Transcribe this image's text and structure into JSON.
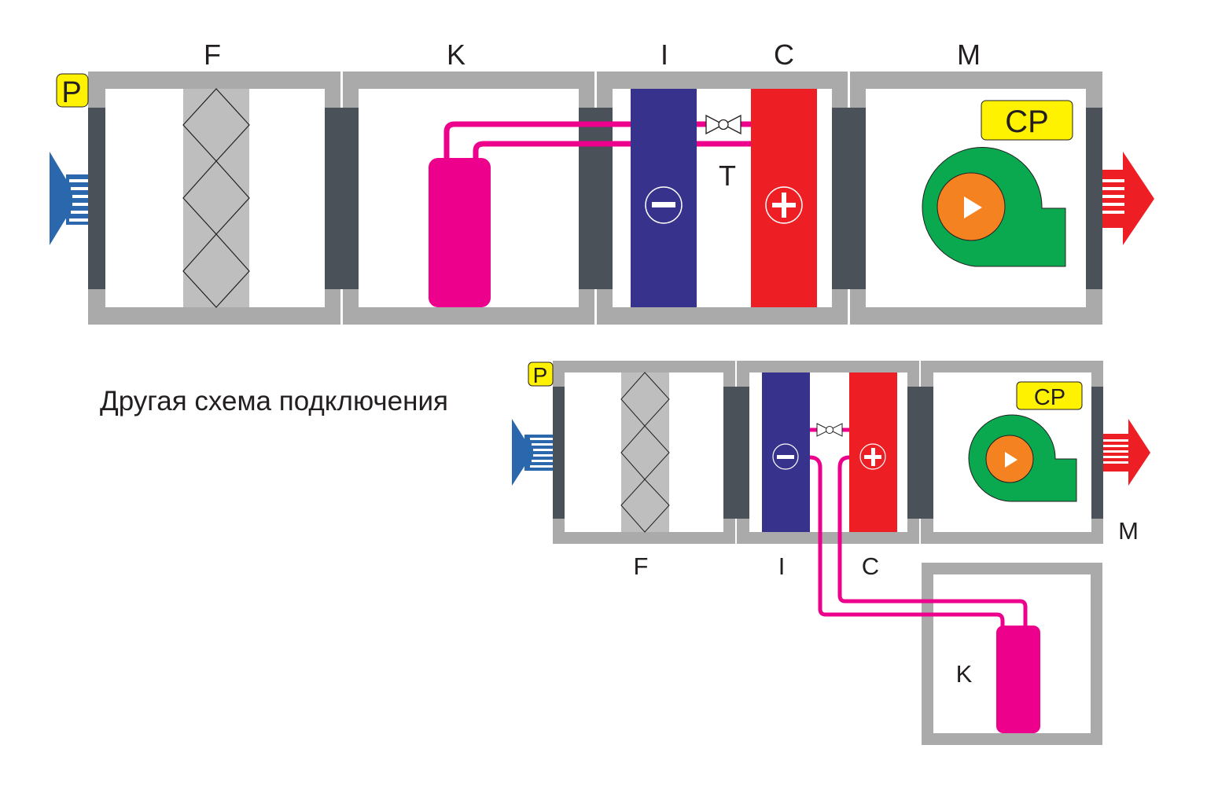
{
  "top": {
    "labels": {
      "filter": "F",
      "compressor": "K",
      "evaporator": "I",
      "condenser": "C",
      "fan": "M",
      "valve": "T"
    },
    "p_badge": "P",
    "cp_badge": "CP"
  },
  "bottom": {
    "caption": "Другая схема подключения",
    "labels": {
      "filter": "F",
      "evaporator": "I",
      "condenser": "C",
      "fan": "M",
      "compressor": "K"
    },
    "p_badge": "P",
    "cp_badge": "CP"
  },
  "colors": {
    "frame": "#aaaaaa",
    "connector": "#4a5158",
    "filter": "#bdbebd",
    "evaporator": "#37338c",
    "condenser": "#ee1f24",
    "refrigerant": "#ec008c",
    "fan": "#0aa84f",
    "fan_hub": "#f58220",
    "badge": "#fff200",
    "inlet": "#2a67ad",
    "outlet": "#ee1f24"
  }
}
